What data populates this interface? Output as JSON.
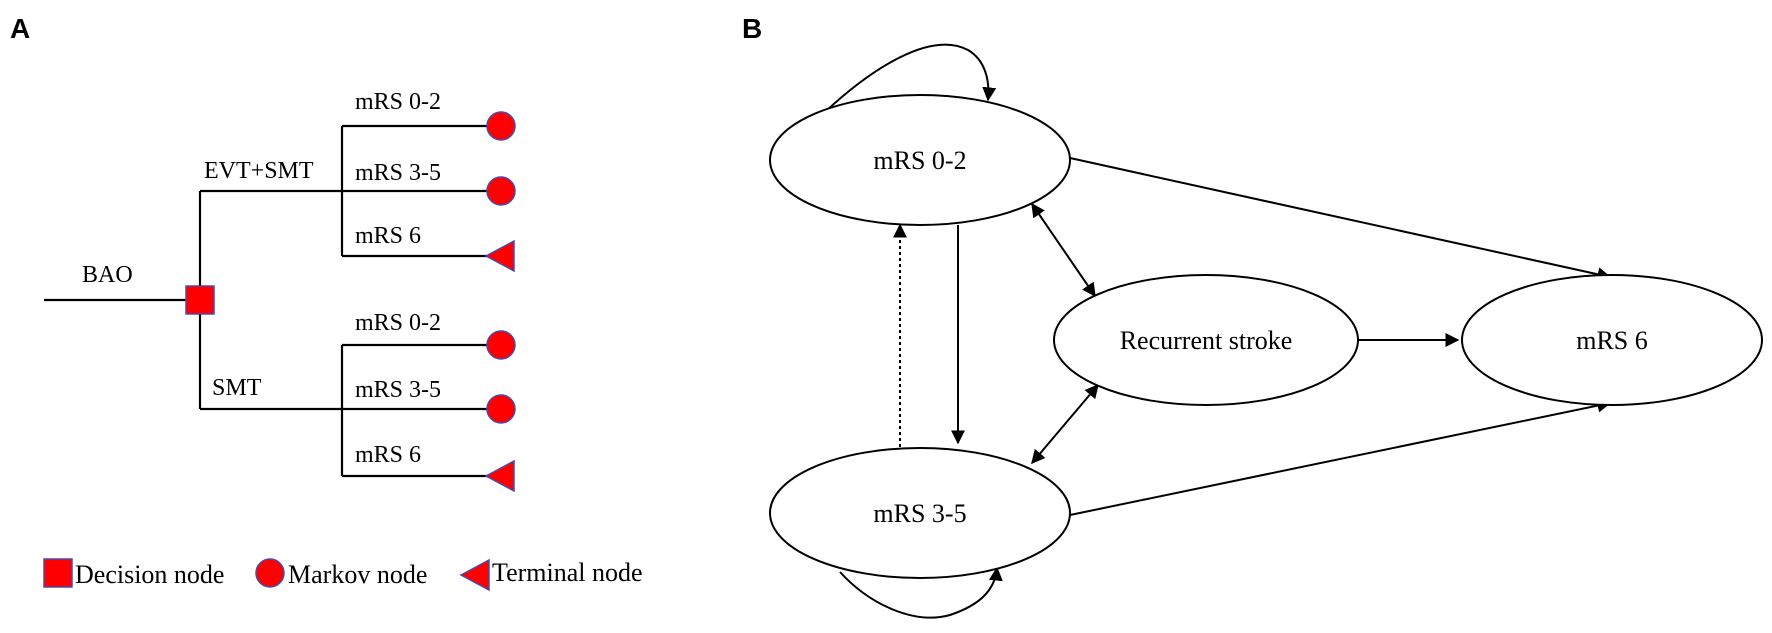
{
  "panel_a": {
    "label": "A",
    "root_label": "BAO",
    "branches": [
      {
        "name": "EVT+SMT",
        "outcomes": [
          {
            "label": "mRS 0-2",
            "node": "markov"
          },
          {
            "label": "mRS 3-5",
            "node": "markov"
          },
          {
            "label": "mRS 6",
            "node": "terminal"
          }
        ]
      },
      {
        "name": "SMT",
        "outcomes": [
          {
            "label": "mRS 0-2",
            "node": "markov"
          },
          {
            "label": "mRS 3-5",
            "node": "markov"
          },
          {
            "label": "mRS 6",
            "node": "terminal"
          }
        ]
      }
    ],
    "legend": {
      "decision": "Decision node",
      "markov": "Markov node",
      "terminal": "Terminal node"
    },
    "node_color": "#ff0000"
  },
  "panel_b": {
    "label": "B",
    "states": {
      "s1": "mRS 0-2",
      "s2": "mRS 3-5",
      "rec": "Recurrent stroke",
      "death": "mRS 6"
    },
    "transitions": [
      {
        "from": "mRS 0-2",
        "to": "mRS 0-2",
        "style": "solid"
      },
      {
        "from": "mRS 3-5",
        "to": "mRS 3-5",
        "style": "solid"
      },
      {
        "from": "mRS 0-2",
        "to": "mRS 3-5",
        "style": "solid"
      },
      {
        "from": "mRS 3-5",
        "to": "mRS 0-2",
        "style": "dotted"
      },
      {
        "from": "mRS 0-2",
        "to": "Recurrent stroke",
        "style": "solid",
        "bidirectional": true
      },
      {
        "from": "mRS 3-5",
        "to": "Recurrent stroke",
        "style": "solid",
        "bidirectional": true
      },
      {
        "from": "mRS 0-2",
        "to": "mRS 6",
        "style": "solid"
      },
      {
        "from": "mRS 3-5",
        "to": "mRS 6",
        "style": "solid"
      },
      {
        "from": "Recurrent stroke",
        "to": "mRS 6",
        "style": "solid"
      }
    ]
  }
}
